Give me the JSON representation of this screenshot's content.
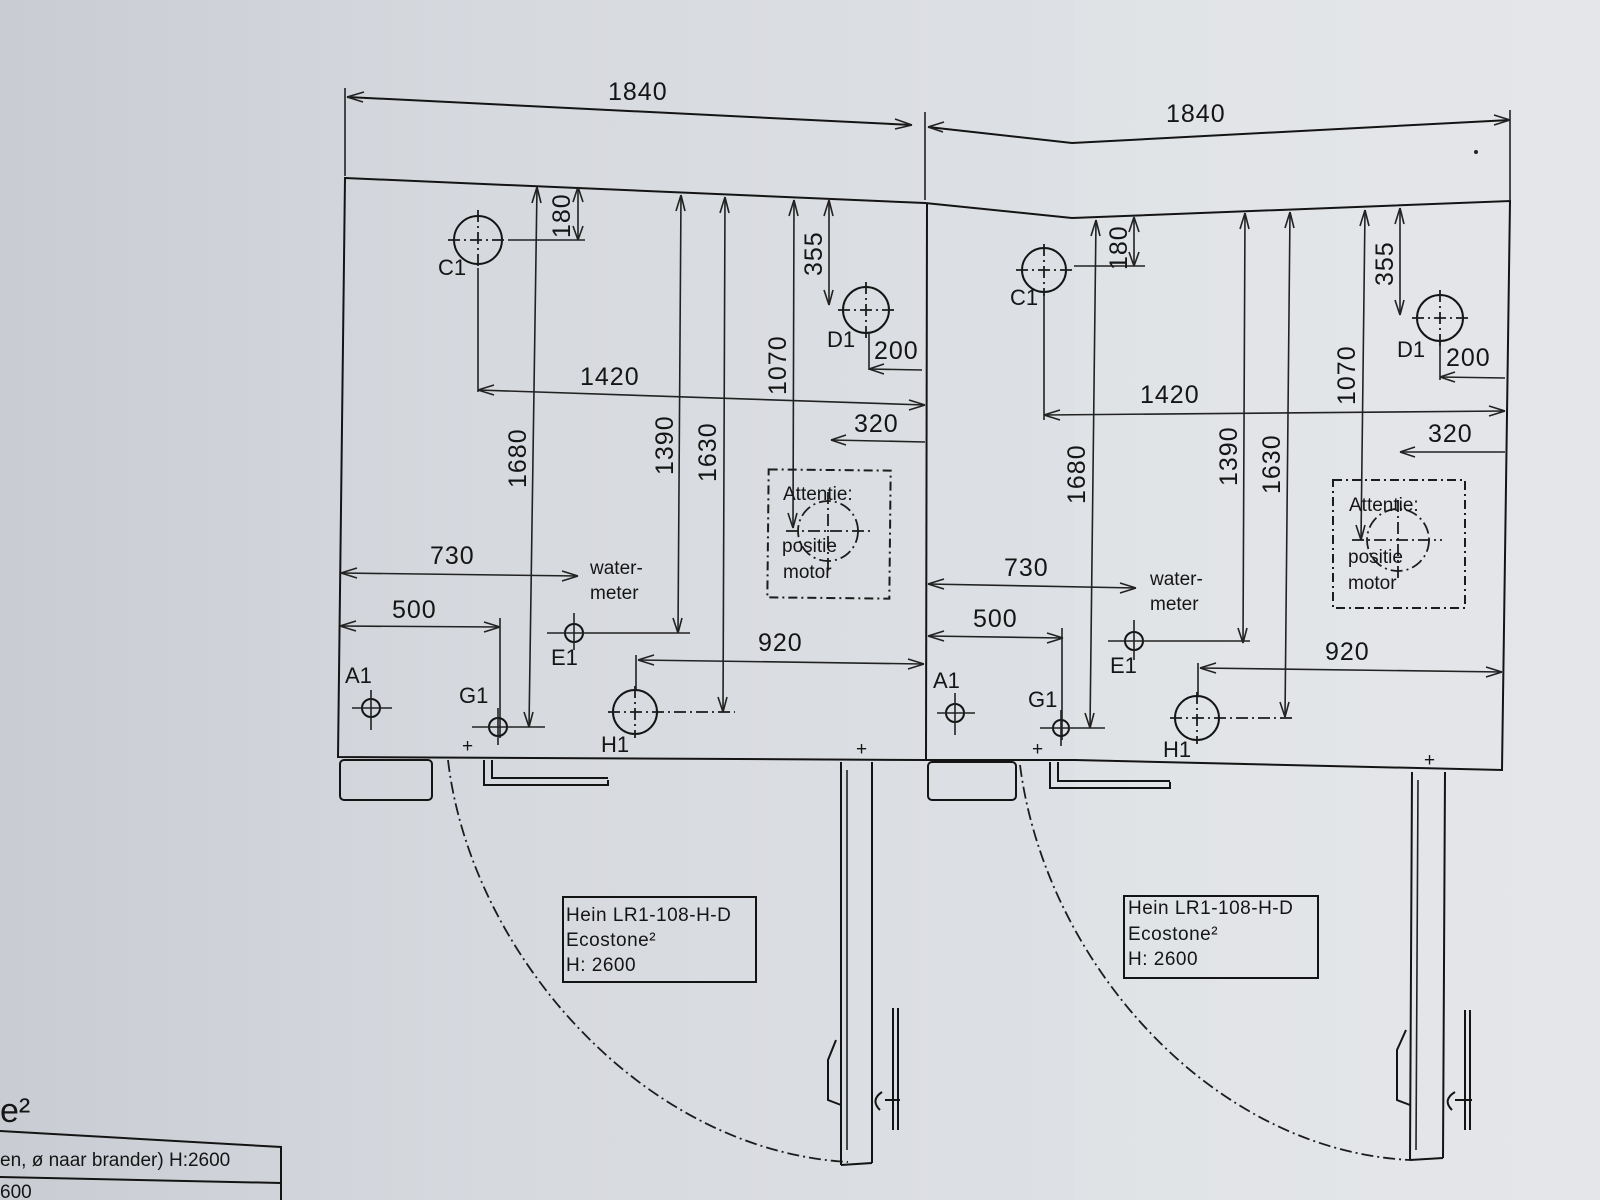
{
  "units": [
    {
      "id": "left",
      "overall_width": "1840",
      "dims": {
        "d_180": "180",
        "d_355": "355",
        "d_200": "200",
        "d_1070": "1070",
        "d_1420": "1420",
        "d_320": "320",
        "d_1680": "1680",
        "d_1390": "1390",
        "d_1630": "1630",
        "d_730": "730",
        "d_500": "500",
        "d_920": "920"
      },
      "points": {
        "c1": "C1",
        "d1": "D1",
        "e1": "E1",
        "a1": "A1",
        "g1": "G1",
        "h1": "H1"
      },
      "water_meter": [
        "water-",
        "meter"
      ],
      "attention": [
        "Attentie:",
        "positie",
        "motor"
      ],
      "info_box": [
        "Hein LR1-108-H-D",
        "Ecostone²",
        "H: 2600"
      ]
    },
    {
      "id": "right",
      "overall_width": "1840",
      "dims": {
        "d_180": "180",
        "d_355": "355",
        "d_200": "200",
        "d_1070": "1070",
        "d_1420": "1420",
        "d_320": "320",
        "d_1680": "1680",
        "d_1390": "1390",
        "d_1630": "1630",
        "d_730": "730",
        "d_500": "500",
        "d_920": "920"
      },
      "points": {
        "c1": "C1",
        "d1": "D1",
        "e1": "E1",
        "a1": "A1",
        "g1": "G1",
        "h1": "H1"
      },
      "water_meter": [
        "water-",
        "meter"
      ],
      "attention": [
        "Attentie:",
        "positie",
        "motor"
      ],
      "info_box": [
        "Hein LR1-108-H-D",
        "Ecostone²",
        "H: 2600"
      ]
    }
  ],
  "plus_marks": [
    "+",
    "+",
    "+",
    "+"
  ],
  "corner": {
    "fragment": "e²",
    "row1": "en, ø naar brander) H:2600",
    "row2": "600"
  }
}
